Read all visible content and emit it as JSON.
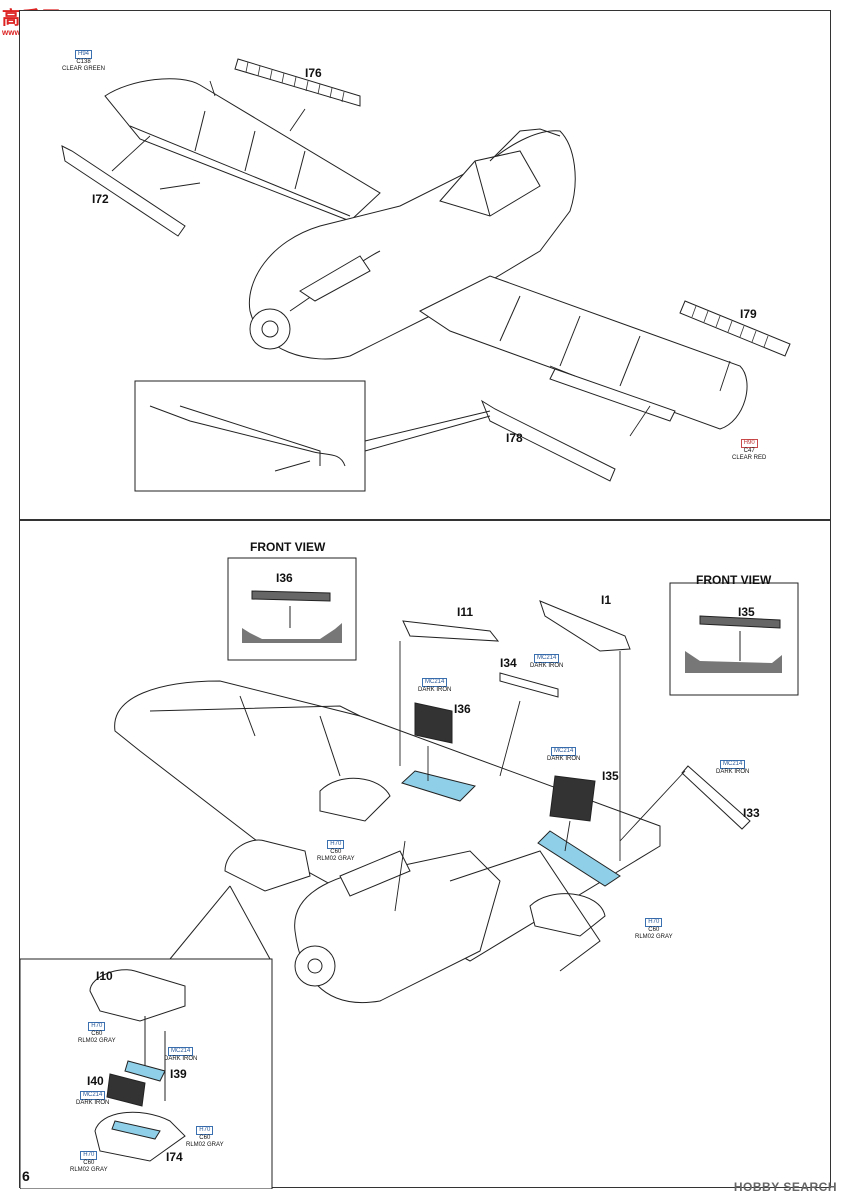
{
  "watermark": {
    "site_cn": "高手网",
    "site_url": "www.gaoshou.com.cn",
    "bottom": "HOBBY SEARCH"
  },
  "page_number": "6",
  "colors": {
    "callout_blue": "#8fd0e8",
    "line": "#222222",
    "dark_parts": "#333333",
    "shadow": "#777777"
  },
  "top_panel": {
    "parts": {
      "i76": "I76",
      "i72": "I72",
      "i79": "I79",
      "i78": "I78"
    },
    "wingtip_left_code": {
      "h": "H94",
      "c": "C138",
      "name": "CLEAR GREEN"
    },
    "wingtip_right_code": {
      "h": "H90",
      "c": "C47",
      "name": "CLEAR RED"
    }
  },
  "bottom_panel": {
    "front_view_left": {
      "title": "FRONT VIEW",
      "part": "I36"
    },
    "front_view_right": {
      "title": "FRONT VIEW",
      "part": "I35"
    },
    "parts": {
      "i11": "I11",
      "i1": "I1",
      "i34": "I34",
      "i36": "I36",
      "i35": "I35",
      "i33": "I33",
      "i10": "I10",
      "i39": "I39",
      "i40": "I40",
      "i74": "I74"
    },
    "codes": {
      "mc214": "MC214",
      "dark_iron": "DARK IRON",
      "h70": "H70",
      "c60": "C60",
      "rlm02": "RLM02 GRAY"
    }
  }
}
